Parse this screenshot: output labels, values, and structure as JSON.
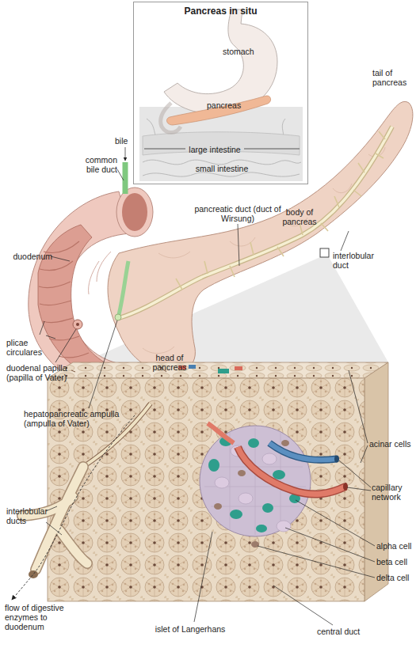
{
  "diagram": {
    "nodes": [
      {
        "text": [
          "Pancreas in situ",
          "stomach",
          "pancreas",
          "large intestine",
          "small intestine"
        ]
      }
    ],
    "labels": [
      "bile",
      "tail of pancreas",
      "common bile duct",
      "pancreatic duct (duct of Wirsung)",
      "body of pancreas",
      "duodenum",
      "interlobular duct",
      "plicae circulares",
      "head of pancreas",
      "duodenal papilla (papilla of Vater)",
      "hepatopancreatic ampulla (ampulla of Vater)",
      "acinar cells",
      "capillary network",
      "interlobular ducts",
      "alpha cell",
      "beta cell",
      "delta cell",
      "flow of digestive enzymes to duodenum",
      "islet of Langerhans",
      "central duct"
    ]
  }
}
